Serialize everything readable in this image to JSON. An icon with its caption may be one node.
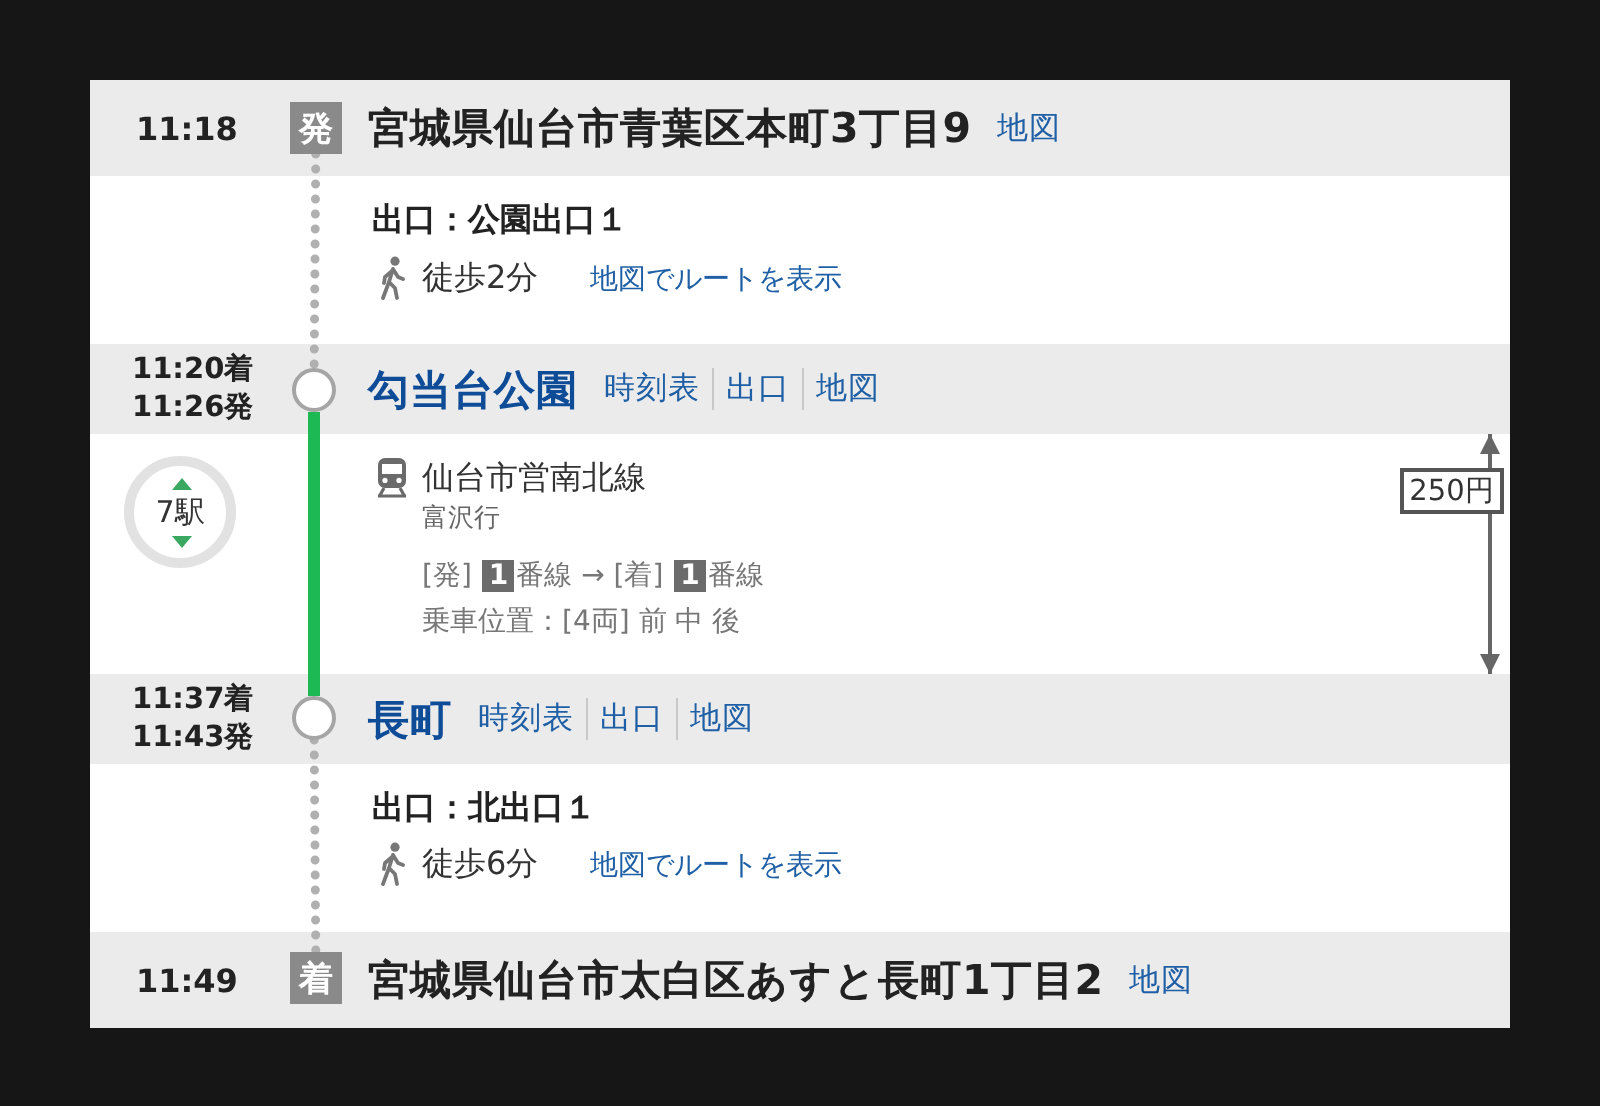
{
  "diagram": {
    "nodes": [
      {
        "text": [
          "11:18",
          "宮城県仙台市青葉区本町3丁目9",
          "地図"
        ]
      },
      {
        "text": [
          "発"
        ],
        "in": 0
      },
      {
        "text": [
          "11:20着 11:26発",
          "勾当台公園",
          "時刻表",
          "出口",
          "地図"
        ]
      },
      {
        "text": [],
        "shape": "circle",
        "in": 2
      },
      {
        "text": [
          "7駅"
        ]
      },
      {
        "text": [
          "11:37着 11:43発",
          "長町",
          "時刻表",
          "出口",
          "地図"
        ]
      },
      {
        "text": [],
        "shape": "circle",
        "in": 5
      },
      {
        "text": [
          "11:49",
          "宮城県仙台市太白区あすと長町1丁目2",
          "地図"
        ]
      },
      {
        "text": [
          "着"
        ],
        "in": 7
      }
    ],
    "edges": [
      {
        "from": 1,
        "to": 3,
        "arrow": "none",
        "style": "dashed"
      },
      {
        "from": 3,
        "to": 6,
        "arrow": "none",
        "color": "#1db954"
      },
      {
        "from": 6,
        "to": 8,
        "arrow": "none",
        "style": "dashed"
      },
      {
        "from": 2,
        "to": 5,
        "arrow": "both",
        "label": "250円",
        "color": "#666666"
      }
    ],
    "labels": [
      "出口：公園出口１",
      "徒歩2分",
      "地図でルートを表示",
      "仙台市営南北線",
      "富沢行",
      "[発] **1**番線 → [着] **1**番線",
      "乗車位置：[4両] 前 中 後",
      "出口：北出口１",
      "徒歩6分",
      "地図でルートを表示"
    ]
  }
}
